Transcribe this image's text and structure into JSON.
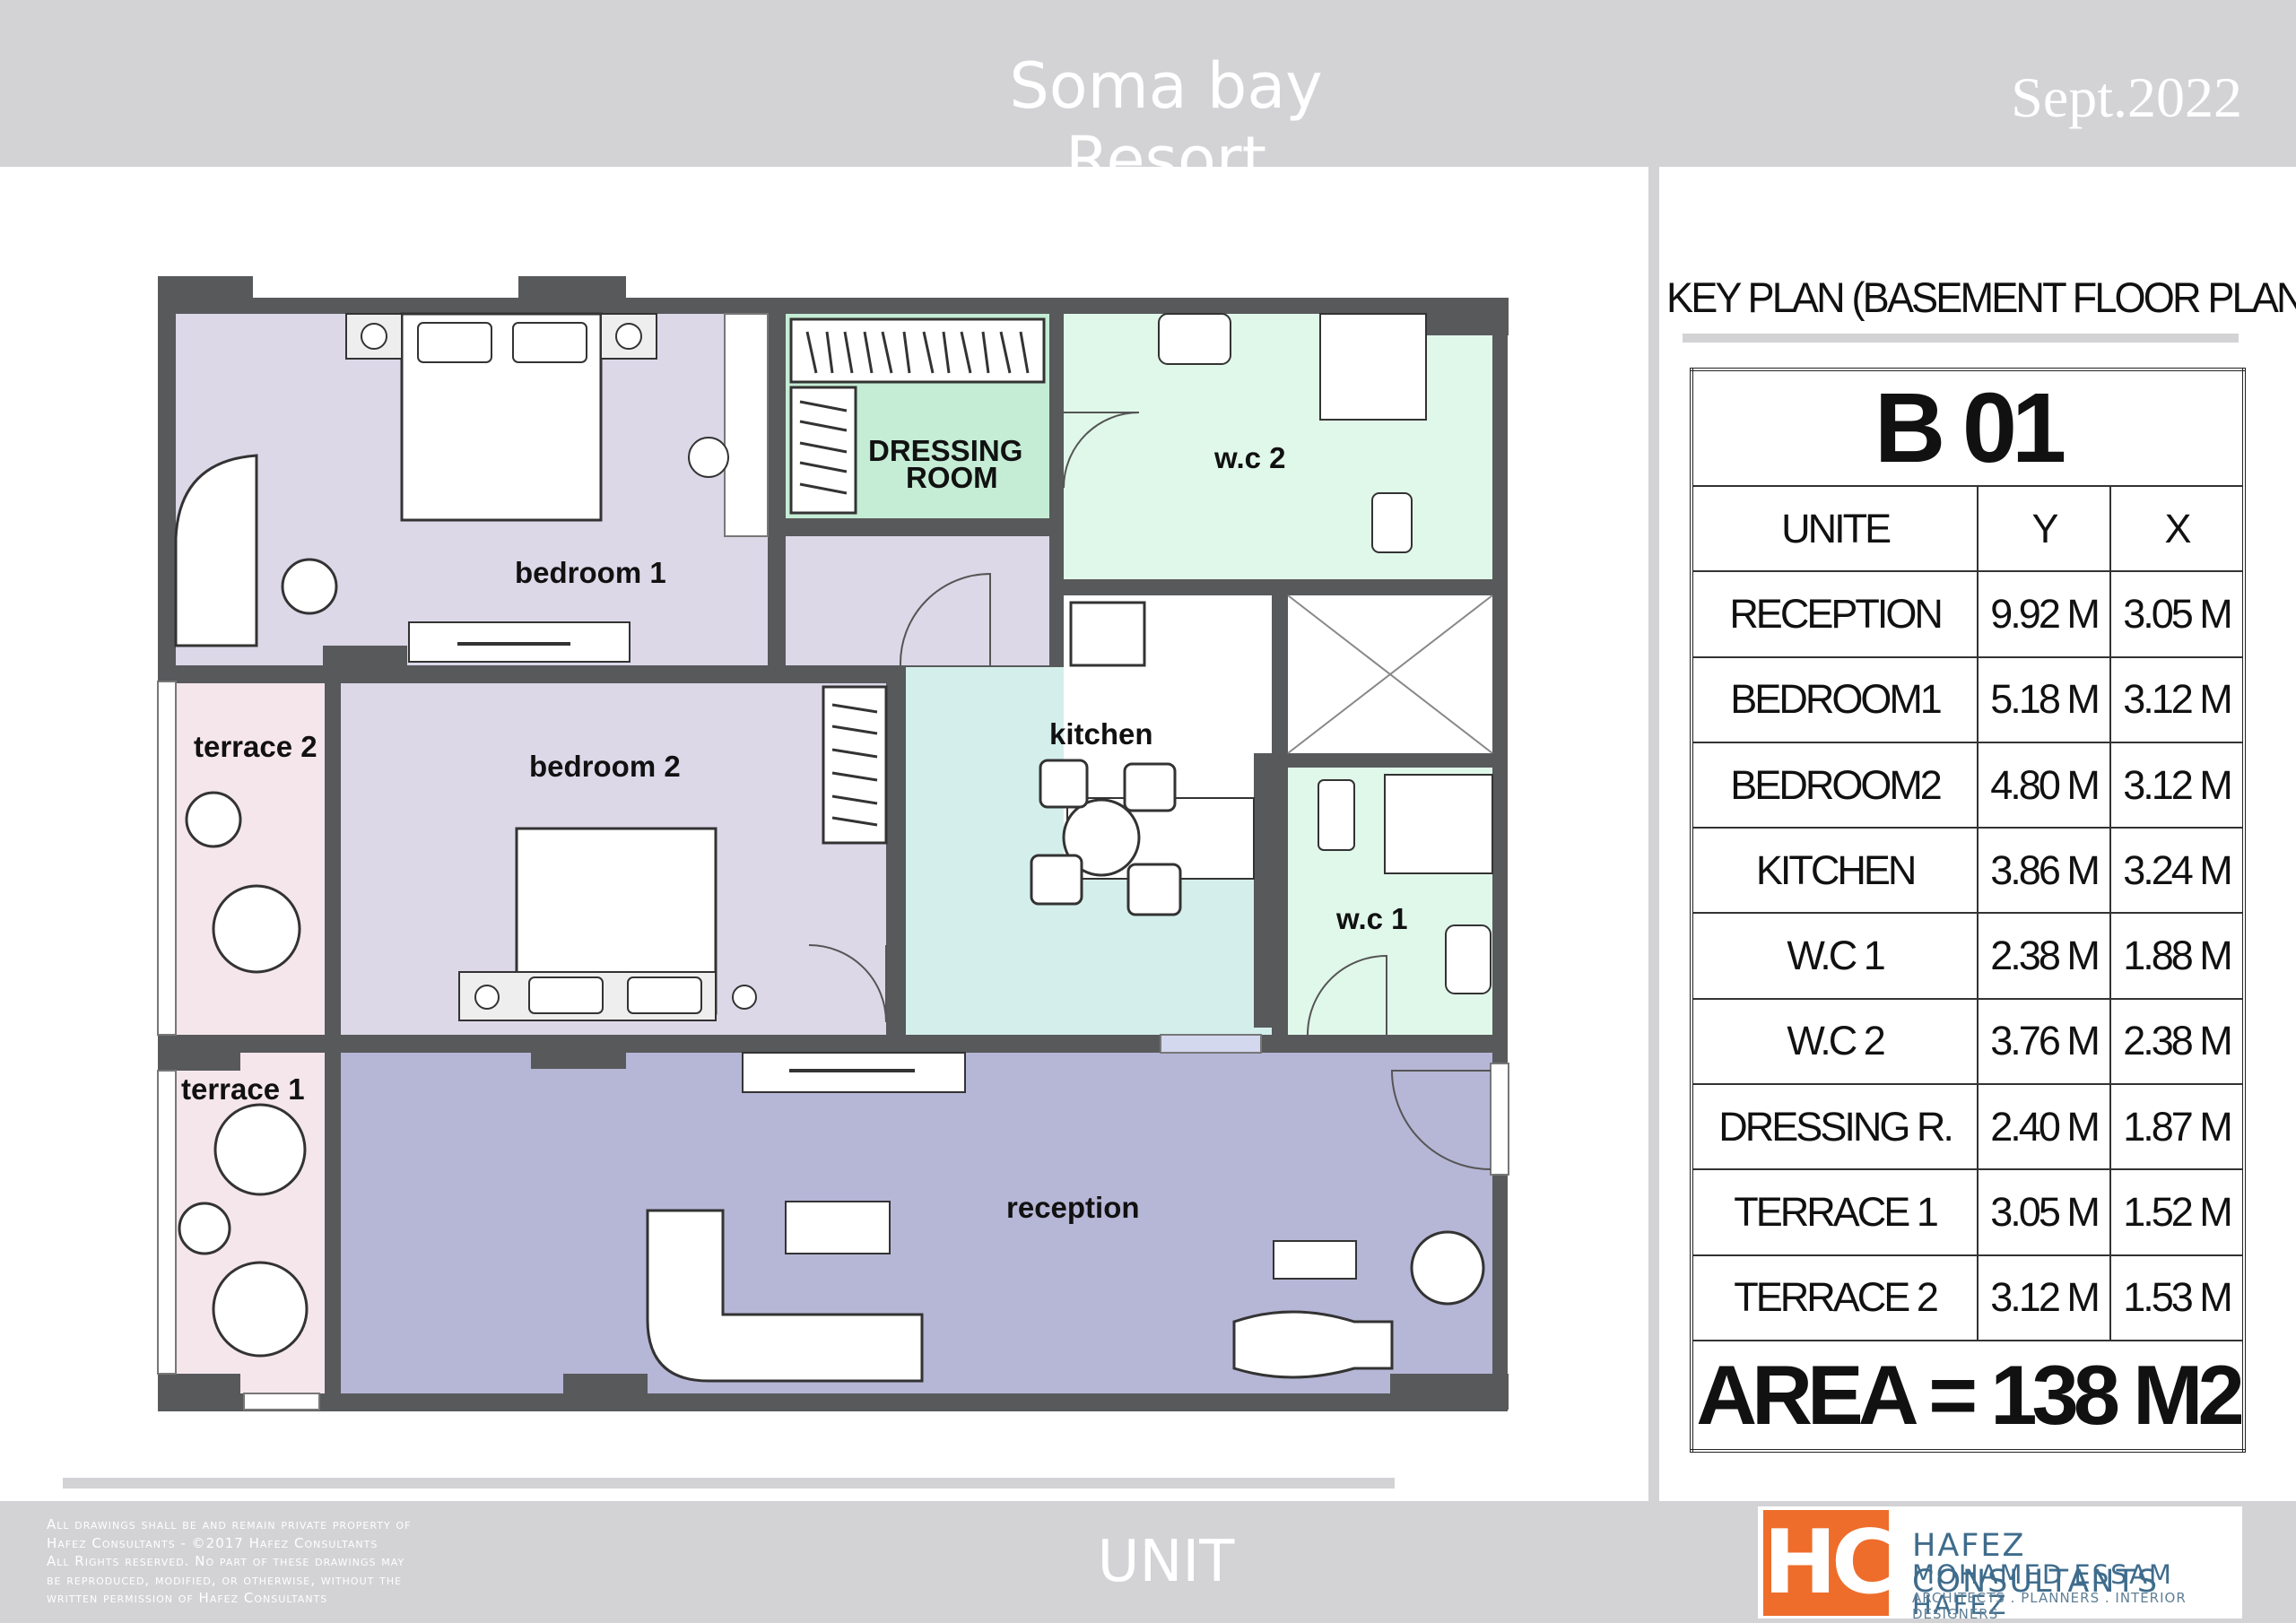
{
  "header": {
    "title": "Soma bay Resort",
    "date": "Sept.2022"
  },
  "plan": {
    "rooms": {
      "bedroom1": "bedroom 1",
      "bedroom2": "bedroom 2",
      "dressing_line1": "DRESSING",
      "dressing_line2": "ROOM",
      "wc2": "w.c 2",
      "wc1": "w.c 1",
      "kitchen": "kitchen",
      "terrace1": "terrace 1",
      "terrace2": "terrace 2",
      "reception": "reception"
    },
    "colors": {
      "wall": "#58595b",
      "bedroom": "#dcd8e8",
      "dressing": "#c5ecd5",
      "wc": "#e0f8ea",
      "kitchen": "#d4efeb",
      "terrace": "#f5e6ec",
      "reception": "#b6b6d6",
      "hall": "#ffffff"
    }
  },
  "key_plan": {
    "title": "KEY PLAN  (BASEMENT FLOOR PLAN)",
    "unit_code": "B 01",
    "headers": [
      "UNITE",
      "Y",
      "X"
    ],
    "rows": [
      [
        "RECEPTION",
        "9.92 M",
        "3.05 M"
      ],
      [
        "BEDROOM1",
        "5.18 M",
        "3.12 M"
      ],
      [
        "BEDROOM2",
        "4.80 M",
        "3.12 M"
      ],
      [
        "KITCHEN",
        "3.86 M",
        "3.24 M"
      ],
      [
        "W.C 1",
        "2.38 M",
        "1.88 M"
      ],
      [
        "W.C 2",
        "3.76 M",
        "2.38 M"
      ],
      [
        "DRESSING R.",
        "2.40 M",
        "1.87 M"
      ],
      [
        "TERRACE 1",
        "3.05 M",
        "1.52 M"
      ],
      [
        "TERRACE 2",
        "3.12 M",
        "1.53 M"
      ]
    ],
    "area": "AREA = 138 M2"
  },
  "footer": {
    "disclaimer": "All drawings shall be and remain private property of\nHafez Consultants - ©2017 Hafez Consultants\nAll Rights reserved. No part of these drawings may\nbe reproduced, modified, or otherwise, without the\nwritten permission of Hafez Consultants",
    "unit_label": "UNIT",
    "logo_mark": "HC",
    "company_name": "HAFEZ CONSULTANTS",
    "principal": "MOHAMED ESSAM HAFEZ",
    "tagline": "ARCHITECTS . PLANNERS . INTERIOR DESIGNERS"
  }
}
